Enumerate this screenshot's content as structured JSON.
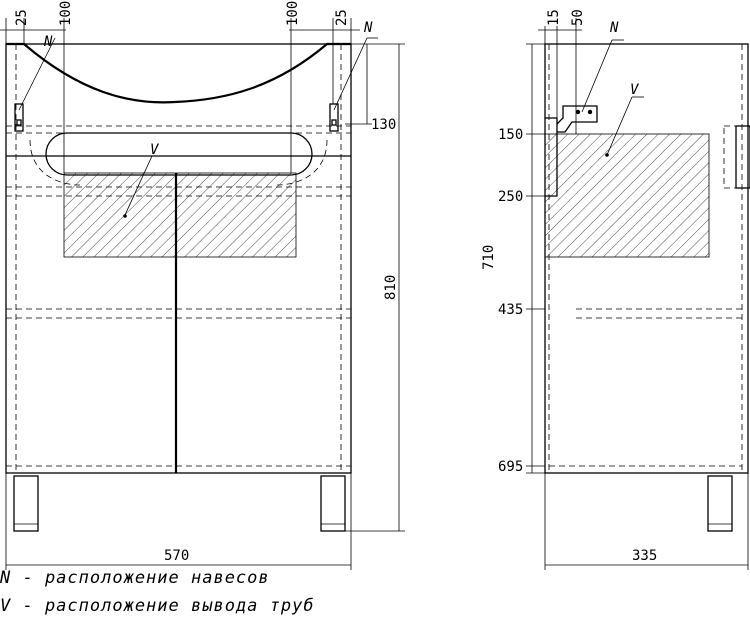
{
  "front": {
    "dim_width": "570",
    "dim_height": "810",
    "dim_top_left_25": "25",
    "dim_top_left_100": "100",
    "dim_top_right_100": "100",
    "dim_top_right_25": "25",
    "dim_130": "130",
    "label_n": "N",
    "label_v": "V"
  },
  "side": {
    "dim_depth": "335",
    "dim_710": "710",
    "dim_15": "15",
    "dim_50": "50",
    "dim_150": "150",
    "dim_250": "250",
    "dim_435": "435",
    "dim_695": "695",
    "label_n": "N",
    "label_v": "V"
  },
  "legend": {
    "line1": "N - расположение навесов",
    "line2": "V - расположение вывода труб"
  }
}
